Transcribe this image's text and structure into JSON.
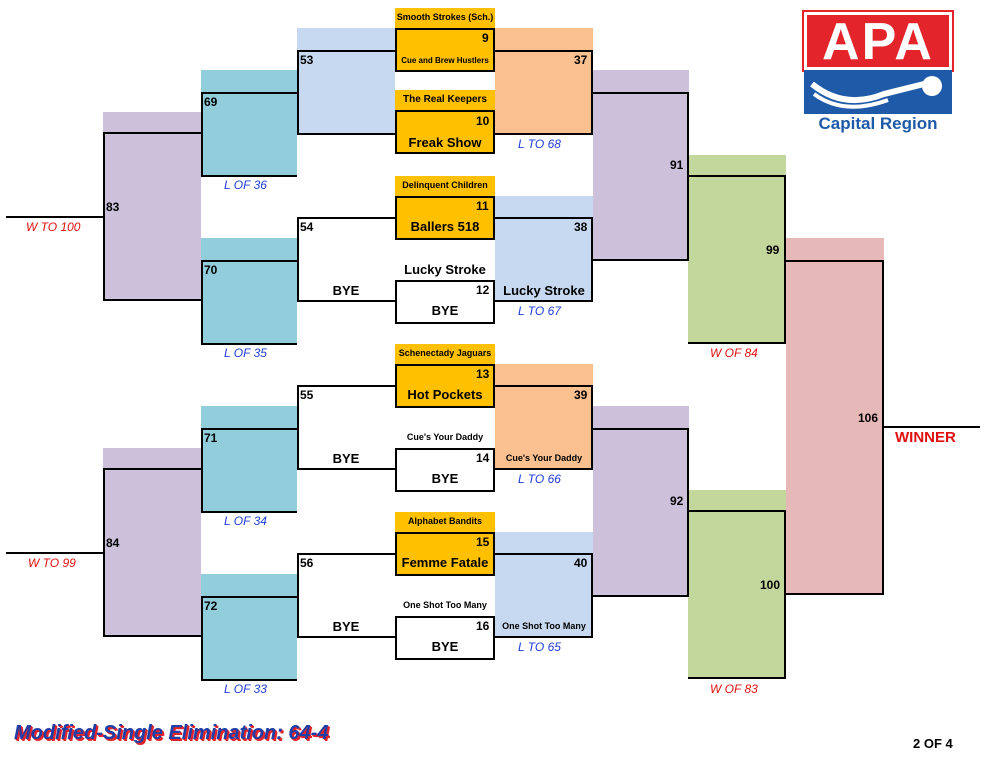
{
  "logo": {
    "letters": "APA",
    "region": "Capital Region"
  },
  "footer": {
    "title": "Modified-Single Elimination: 64-4",
    "page": "2 OF 4"
  },
  "winner_label": "WINNER",
  "matches": {
    "m53": "53",
    "m54": "54",
    "m55": "55",
    "m56": "56",
    "m69": "69",
    "m70": "70",
    "m71": "71",
    "m72": "72",
    "m83": "83",
    "m84": "84",
    "m37": "37",
    "m38": "38",
    "m39": "39",
    "m40": "40",
    "m91": "91",
    "m92": "92",
    "m99": "99",
    "m100": "100",
    "m106": "106"
  },
  "seeds": [
    "9",
    "10",
    "11",
    "12",
    "13",
    "14",
    "15",
    "16"
  ],
  "teams": {
    "t9_top": "Smooth Strokes (Sch.)",
    "t9_bottom": "Cue and Brew Hustlers",
    "t10_top": "The Real Keepers",
    "t10_bottom": "Freak Show",
    "t11_top": "Delinquent Children",
    "t11_bottom": "Ballers 518",
    "t12_top": "Lucky Stroke",
    "t12_bottom": "BYE",
    "t13_top": "Schenectady Jaguars",
    "t13_bottom": "Hot Pockets",
    "t14_top": "Cue's Your Daddy",
    "t14_bottom": "BYE",
    "t15_top": "Alphabet Bandits",
    "t15_bottom": "Femme Fatale",
    "t16_top": "One Shot Too Many",
    "t16_bottom": "BYE"
  },
  "advanced": {
    "a38": "Lucky Stroke",
    "a39": "Cue's Your Daddy",
    "a40": "One Shot Too Many",
    "bye54": "BYE",
    "bye55": "BYE",
    "bye56": "BYE"
  },
  "notes": {
    "w100": "W TO  100",
    "w99": "W TO  99",
    "l36": "L OF  36",
    "l35": "L OF  35",
    "l34": "L OF  34",
    "l33": "L OF  33",
    "l68": "L TO  68",
    "l67": "L TO  67",
    "l66": "L TO  66",
    "l65": "L TO  65",
    "w84": "W OF  84",
    "w83": "W OF  83"
  },
  "colors": {
    "purple": "#ccc0da",
    "teal": "#92cddc",
    "light_blue": "#c6d9f1",
    "peach": "#fac090",
    "green": "#c3d69b",
    "pink": "#e6b9b8",
    "gold": "#ffc000",
    "apa_red": "#e3252b",
    "apa_blue": "#1e5aa8"
  }
}
